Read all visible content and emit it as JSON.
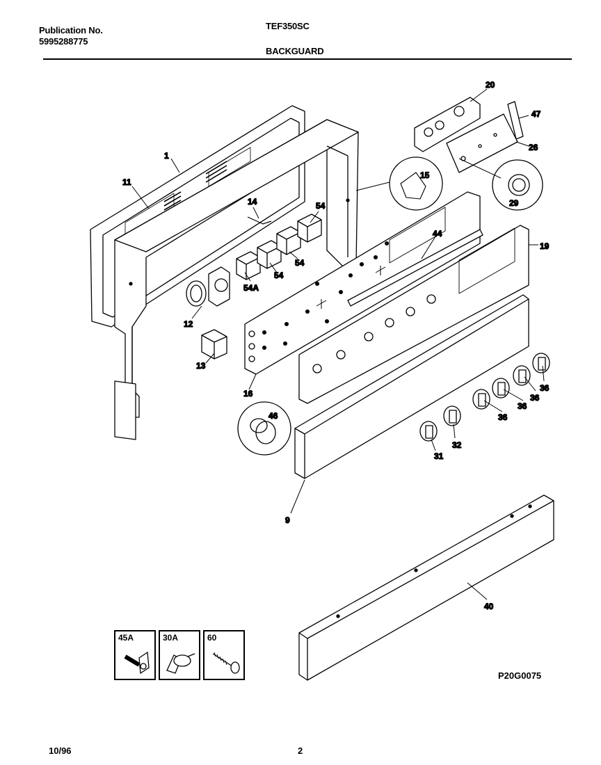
{
  "header": {
    "publication_label": "Publication No.",
    "publication_number": "5995288775",
    "model": "TEF350SC",
    "section": "BACKGUARD"
  },
  "footer": {
    "date": "10/96",
    "page": "2"
  },
  "diagram_code": "P20G0075",
  "callouts": {
    "c1": "1",
    "c11": "11",
    "c14": "14",
    "c54a": "54",
    "c54b": "54",
    "c54c": "54",
    "c54A": "54A",
    "c12": "12",
    "c13": "13",
    "c16": "16",
    "c15": "15",
    "c44": "44",
    "c19": "19",
    "c20": "20",
    "c47": "47",
    "c26": "26",
    "c29": "29",
    "c46": "46",
    "c36a": "36",
    "c36b": "36",
    "c36c": "36",
    "c36d": "36",
    "c32": "32",
    "c31": "31",
    "c9": "9",
    "c40": "40"
  },
  "hardware": [
    {
      "label": "45A",
      "icon": "bolt-icon"
    },
    {
      "label": "30A",
      "icon": "wing-nut-icon"
    },
    {
      "label": "60",
      "icon": "screw-icon"
    }
  ]
}
